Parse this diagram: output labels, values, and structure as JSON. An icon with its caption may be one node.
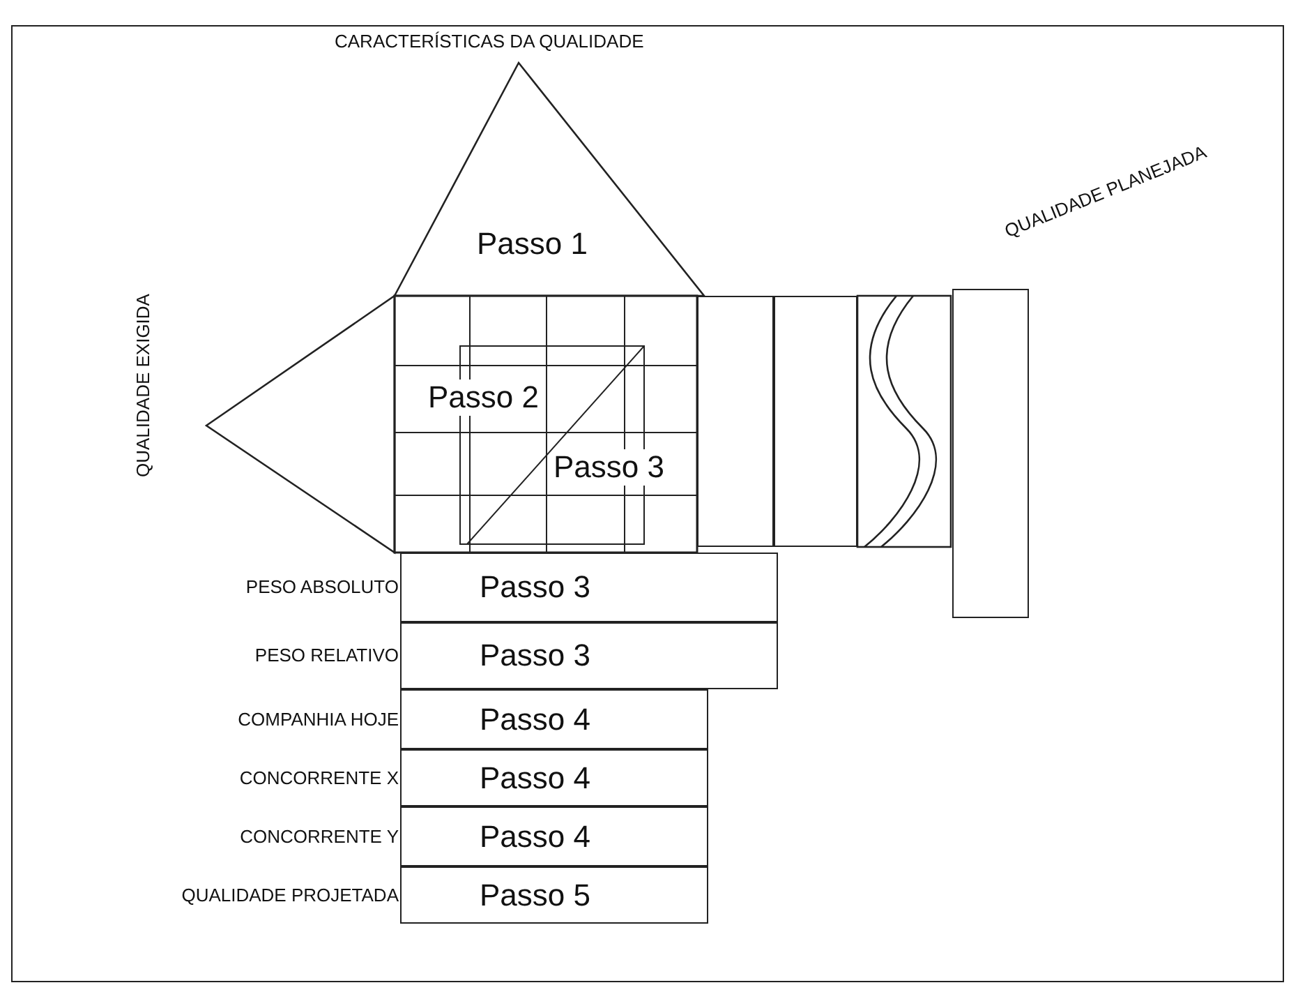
{
  "diagram": {
    "nodes": [
      {
        "text": [
          "CARACTERÍSTICAS DA QUALIDADE",
          "Passo 1"
        ]
      },
      {
        "text": [],
        "shape": "triangle",
        "beside": [
          "QUALIDADE EXIGIDA"
        ]
      },
      {
        "text": [
          "Passo 2",
          "Passo 3"
        ]
      },
      {
        "text": [],
        "shape": "box"
      },
      {
        "text": [],
        "shape": "box"
      },
      {
        "text": [],
        "shape": "box"
      },
      {
        "text": [],
        "shape": "box",
        "beside": [
          "QUALIDADE PLANEJADA"
        ]
      },
      {
        "text": [
          "Passo 3"
        ],
        "beside": [
          "PESO ABSOLUTO"
        ]
      },
      {
        "text": [
          "Passo 3"
        ],
        "beside": [
          "PESO RELATIVO"
        ]
      },
      {
        "text": [
          "Passo 4"
        ],
        "beside": [
          "COMPANHIA HOJE"
        ]
      },
      {
        "text": [
          "Passo 4"
        ],
        "beside": [
          "CONCORRENTE X"
        ]
      },
      {
        "text": [
          "Passo 4"
        ],
        "beside": [
          "CONCORRENTE Y"
        ]
      },
      {
        "text": [
          "Passo 5"
        ],
        "beside": [
          "QUALIDADE PROJETADA"
        ]
      }
    ],
    "edges": []
  }
}
